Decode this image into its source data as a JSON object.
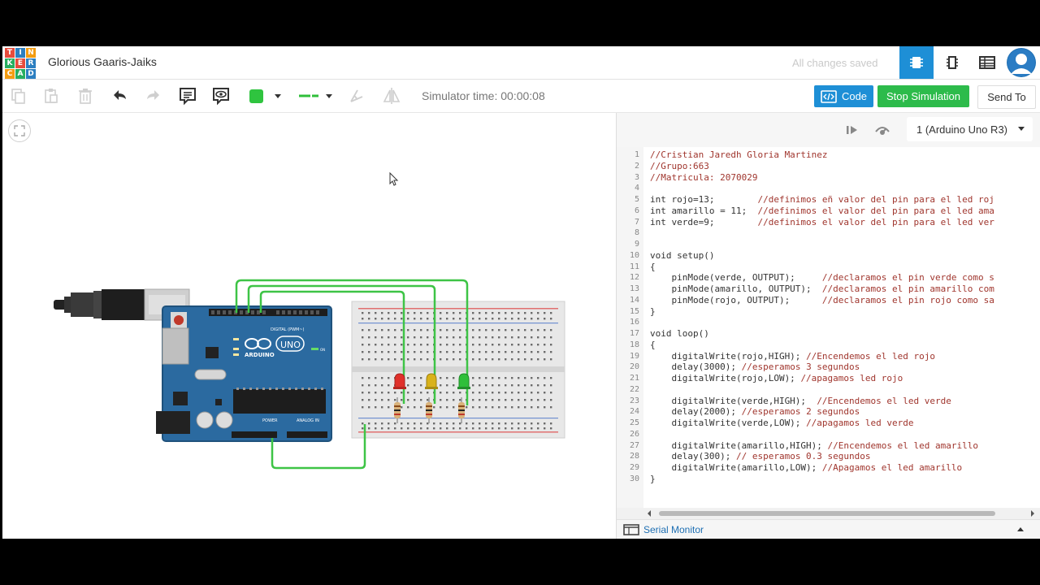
{
  "header": {
    "logo_letters": [
      "T",
      "I",
      "N",
      "K",
      "E",
      "R",
      "C",
      "A",
      "D"
    ],
    "logo_colors": [
      "#e74c3c",
      "#2c7fc1",
      "#f39c12",
      "#27ae60",
      "#e74c3c",
      "#2c7fc1",
      "#f39c12",
      "#27ae60",
      "#2c7fc1"
    ],
    "project_title": "Glorious Gaaris-Jaiks",
    "save_status": "All changes saved",
    "view_icons": [
      "circuit-view-icon",
      "component-list-icon",
      "table-view-icon"
    ],
    "accent": "#1e8fd6"
  },
  "toolbar": {
    "color_swatch": "#2fc43f",
    "simulator_time": "Simulator time: 00:00:08",
    "code_label": "Code",
    "stop_label": "Stop Simulation",
    "send_label": "Send To"
  },
  "board": {
    "logo_text": "ARDUINO",
    "model_text": "UNO",
    "digital_label": "DIGITAL (PWM~)",
    "power_label": "POWER",
    "analog_label": "ANALOG IN",
    "on_label": "ON",
    "led_colors": [
      "#e0302a",
      "#d9b21a",
      "#2fbf3a"
    ]
  },
  "code_panel": {
    "board_select": "1 (Arduino Uno R3)",
    "serial_monitor": "Serial Monitor",
    "lines": [
      {
        "n": "1",
        "code": "",
        "comment": "//Cristian Jaredh Gloria Martinez"
      },
      {
        "n": "2",
        "code": "",
        "comment": "//Grupo:663"
      },
      {
        "n": "3",
        "code": "",
        "comment": "//Matricula: 2070029"
      },
      {
        "n": "4",
        "code": "",
        "comment": ""
      },
      {
        "n": "5",
        "code": "int rojo=13;        ",
        "comment": "//definimos eñ valor del pin para el led roj"
      },
      {
        "n": "6",
        "code": "int amarillo = 11;  ",
        "comment": "//definimos el valor del pin para el led ama"
      },
      {
        "n": "7",
        "code": "int verde=9;        ",
        "comment": "//definimos el valor del pin para el led ver"
      },
      {
        "n": "8",
        "code": "",
        "comment": ""
      },
      {
        "n": "9",
        "code": "",
        "comment": ""
      },
      {
        "n": "10",
        "code": "void setup()",
        "comment": ""
      },
      {
        "n": "11",
        "code": "{",
        "comment": ""
      },
      {
        "n": "12",
        "code": "    pinMode(verde, OUTPUT);     ",
        "comment": "//declaramos el pin verde como s"
      },
      {
        "n": "13",
        "code": "    pinMode(amarillo, OUTPUT);  ",
        "comment": "//declaramos el pin amarillo com"
      },
      {
        "n": "14",
        "code": "    pinMode(rojo, OUTPUT);      ",
        "comment": "//declaramos el pin rojo como sa"
      },
      {
        "n": "15",
        "code": "}",
        "comment": ""
      },
      {
        "n": "16",
        "code": "",
        "comment": ""
      },
      {
        "n": "17",
        "code": "void loop()",
        "comment": ""
      },
      {
        "n": "18",
        "code": "{",
        "comment": ""
      },
      {
        "n": "19",
        "code": "    digitalWrite(rojo,HIGH); ",
        "comment": "//Encendemos el led rojo"
      },
      {
        "n": "20",
        "code": "    delay(3000); ",
        "comment": "//esperamos 3 segundos"
      },
      {
        "n": "21",
        "code": "    digitalWrite(rojo,LOW); ",
        "comment": "//apagamos led rojo"
      },
      {
        "n": "22",
        "code": "",
        "comment": ""
      },
      {
        "n": "23",
        "code": "    digitalWrite(verde,HIGH);  ",
        "comment": "//Encendemos el led verde"
      },
      {
        "n": "24",
        "code": "    delay(2000); ",
        "comment": "//esperamos 2 segundos"
      },
      {
        "n": "25",
        "code": "    digitalWrite(verde,LOW); ",
        "comment": "//apagamos led verde"
      },
      {
        "n": "26",
        "code": "",
        "comment": ""
      },
      {
        "n": "27",
        "code": "    digitalWrite(amarillo,HIGH); ",
        "comment": "//Encendemos el led amarillo"
      },
      {
        "n": "28",
        "code": "    delay(300); ",
        "comment": "// esperamos 0.3 segundos"
      },
      {
        "n": "29",
        "code": "    digitalWrite(amarillo,LOW); ",
        "comment": "//Apagamos el led amarillo"
      },
      {
        "n": "30",
        "code": "}",
        "comment": ""
      }
    ]
  }
}
